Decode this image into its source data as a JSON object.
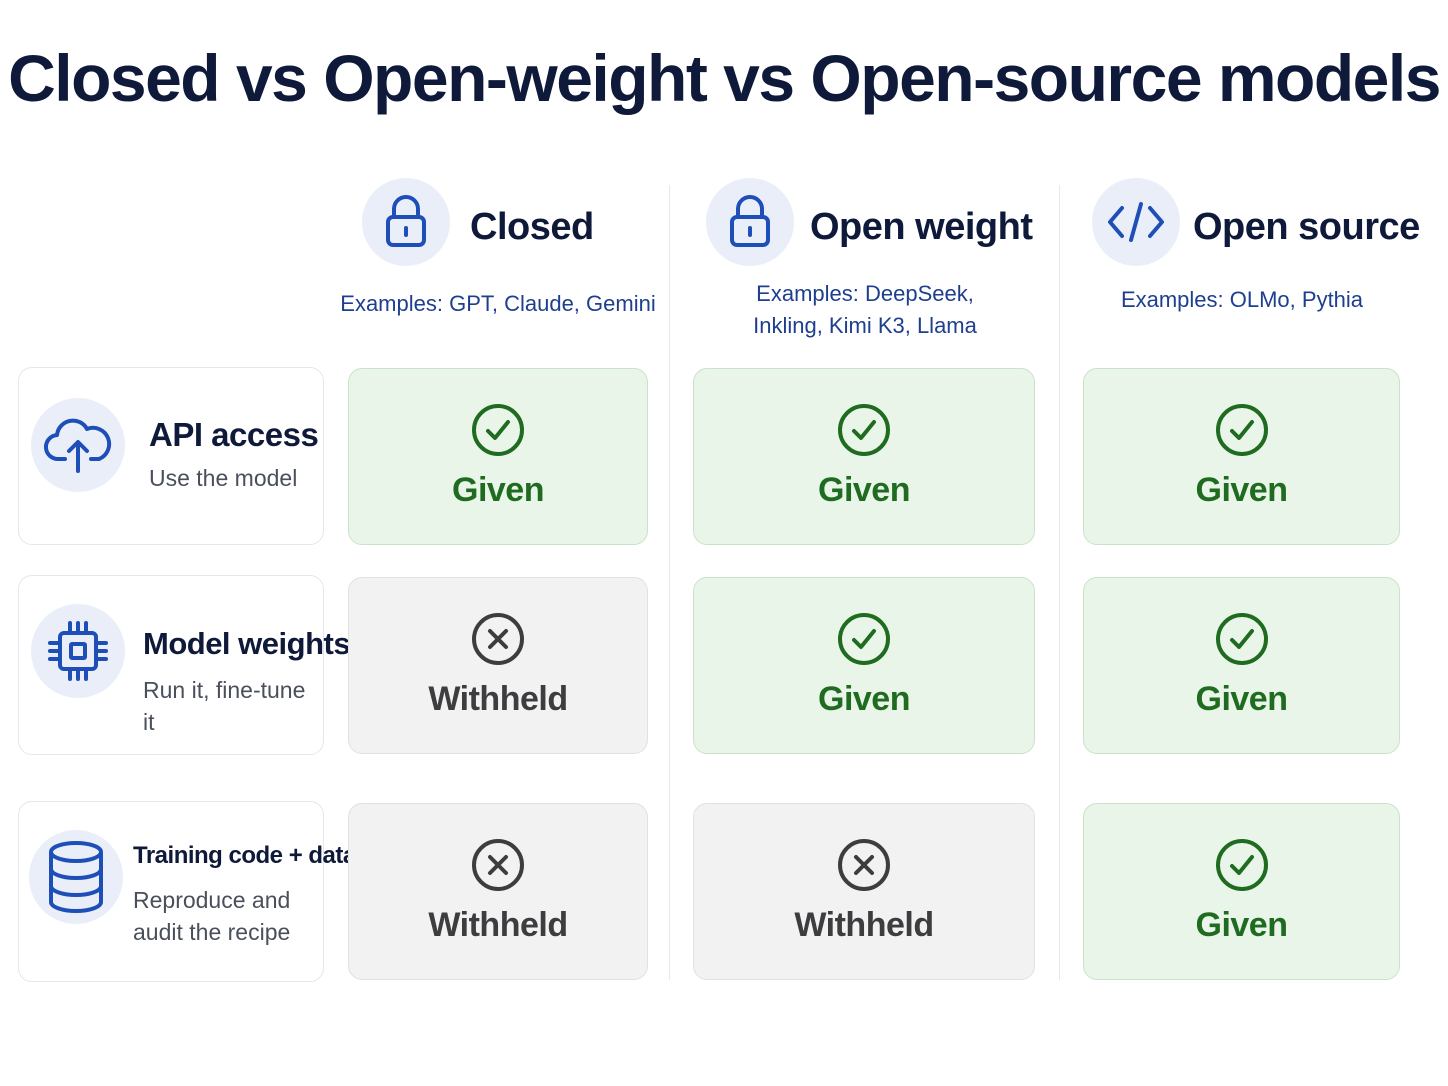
{
  "title": "Closed vs Open-weight vs Open-source models",
  "columns": [
    {
      "title": "Closed",
      "examples": "Examples: GPT, Claude, Gemini",
      "icon": "lock-icon"
    },
    {
      "title": "Open weight",
      "examples": "Examples: DeepSeek, Inkling, Kimi K3, Llama",
      "icon": "lock-icon"
    },
    {
      "title": "Open source",
      "examples": "Examples: OLMo, Pythia",
      "icon": "code-icon"
    }
  ],
  "rows": [
    {
      "title": "API access",
      "subtitle": "Use the model",
      "icon": "cloud-upload-icon"
    },
    {
      "title": "Model weights",
      "subtitle": "Run it, fine-tune it",
      "icon": "chip-icon"
    },
    {
      "title": "Training code + data",
      "subtitle": "Reproduce and audit the recipe",
      "icon": "database-icon"
    }
  ],
  "cells": [
    [
      "Given",
      "Given",
      "Given"
    ],
    [
      "Withheld",
      "Given",
      "Given"
    ],
    [
      "Withheld",
      "Withheld",
      "Given"
    ]
  ],
  "colors": {
    "given": "#1f6b20",
    "given_bg": "#eaf5ea",
    "withheld": "#3d3d40",
    "withheld_bg": "#f2f2f3",
    "accent": "#1e4fb8"
  }
}
